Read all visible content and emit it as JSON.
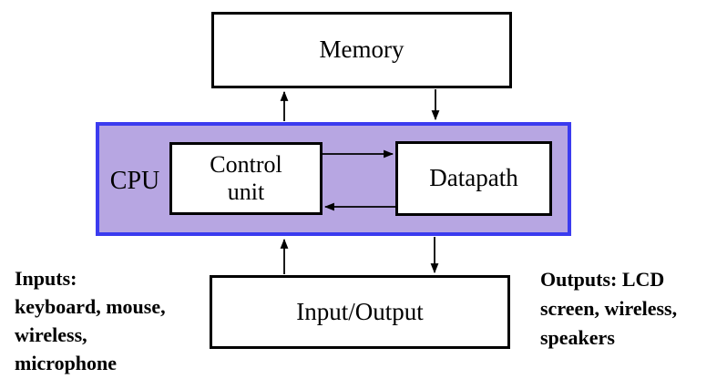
{
  "colors": {
    "cpu_fill": "#b7a6e2",
    "cpu_border": "#3b3bef",
    "box_border": "#000000",
    "arrow": "#000000",
    "text": "#000000",
    "background": "#ffffff"
  },
  "diagram": {
    "memory_label": "Memory",
    "cpu_label": "CPU",
    "control_unit_line1": "Control",
    "control_unit_line2": "unit",
    "datapath_label": "Datapath",
    "io_label": "Input/Output",
    "inputs_note_lines": [
      "Inputs:",
      "keyboard, mouse,",
      "wireless,",
      "microphone"
    ],
    "outputs_note_lines": [
      "Outputs: LCD",
      "screen, wireless,",
      "speakers"
    ],
    "connections": [
      {
        "from": "cpu",
        "to": "memory",
        "direction": "up"
      },
      {
        "from": "memory",
        "to": "cpu",
        "direction": "down"
      },
      {
        "from": "control-unit",
        "to": "datapath",
        "direction": "right"
      },
      {
        "from": "datapath",
        "to": "control-unit",
        "direction": "left"
      },
      {
        "from": "input-output",
        "to": "cpu",
        "direction": "up"
      },
      {
        "from": "cpu",
        "to": "input-output",
        "direction": "down"
      }
    ]
  }
}
